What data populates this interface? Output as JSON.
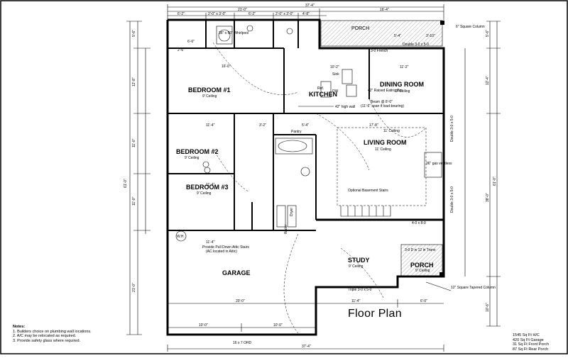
{
  "title": "Floor Plan",
  "rooms": {
    "porch_top": "PORCH",
    "dining": "DINING ROOM",
    "dining_ceiling": "9' Ceiling",
    "kitchen": "KITCHEN",
    "bedroom1": "BEDROOM #1",
    "bedroom1_ceiling": "9' Ceiling",
    "bedroom2": "BEDROOM #2",
    "bedroom2_ceiling": "9' Ceiling",
    "bedroom3": "BEDROOM #3",
    "bedroom3_ceiling": "9' Ceiling",
    "living": "LIVING ROOM",
    "living_ceiling": "11' Ceiling",
    "study": "STUDY",
    "study_ceiling": "9' Ceiling",
    "porch_bottom": "PORCH",
    "porch_bottom_ceiling": "9' Ceiling",
    "garage": "GARAGE",
    "pantry": "Pantry",
    "wh": "W.H.",
    "water": "Water",
    "dryer": "Dryer"
  },
  "annotations": {
    "square_column": "6\" Square Column",
    "double_door_top": "Double 3-0 x 5-0",
    "french": "3-0 French",
    "raised_bar": "42\" Raised Eating Bar",
    "beam": "Beam @ 8'-0\"",
    "beam_span": "(11'-6\" span if load-bearing)",
    "high_wall": "42\" high wall",
    "whirlpool": "36\" x 60\" Whirlpool",
    "sink": "Sink",
    "dw": "DW",
    "ref": "Ref.",
    "optional_stairs": "Optional Basement Stairs",
    "gas_ventless": "36\" gas ventless",
    "attic": "Provide Pull Down Attic Stairs",
    "ac": "(AC located in Attic)",
    "transom": "3-0 D w 12 in Trans",
    "door_40x80": "4-0 x 8-0",
    "tapered_column": "12\" Square Tapered Column",
    "triple": "Triple 3-0 x 5-0",
    "double_side_1": "Double 3-0 x 5-0",
    "double_side_2": "Double 3-0 x 5-0",
    "garage_door": "16 x 7 OHD",
    "ceiling_11": "11' Ceiling"
  },
  "dims": {
    "top_total": "37'-4\"",
    "top_left": "21'-0\"",
    "top_right": "16'-4\"",
    "top_a": "6'-2\"",
    "top_b": "2'-0\" x 3'-0\"",
    "top_c": "6'-2\"",
    "top_d": "2'-0\" x 3'-0\"",
    "top_e": "4'-8\"",
    "bottom_total": "37'-4\"",
    "bottom_a": "10'-0\"",
    "bottom_b": "10'-0\"",
    "garage_w": "20'-0\"",
    "study_w": "11'-4\"",
    "study_r": "6'-0\"",
    "left_total": "61'-0\"",
    "right_total": "61'-0\"",
    "right_a": "5'-6\"",
    "right_b": "12'-4\"",
    "right_c": "38'-0\"",
    "right_d": "10'-6\"",
    "left_a": "5'-6\"",
    "left_b": "12'-8\"",
    "left_c": "11'-0\"",
    "left_d": "11'-0\"",
    "left_e": "21'-0\"",
    "br1_w": "16'-0\"",
    "br2_w": "11'-4\"",
    "br3_w": "11'-4\"",
    "dining_w": "11'-2\"",
    "living_w": "17'-8\"",
    "garage_top": "11'-4\"",
    "pantry_w": "5'-4\"",
    "porch_a": "5'-4\"",
    "porch_b": "3'-10\"",
    "kitchen_w": "10'-2\"",
    "misc_1": "2'-6\"",
    "misc_2": "6'-6\"",
    "misc_3": "3'-2\""
  },
  "notes": {
    "heading": "Notes:",
    "items": [
      "1. Builders choice on plumbing wall locations.",
      "2. A/C may be relocated as required.",
      "3. Provide safety glass where required."
    ]
  },
  "areas": [
    "1545 Sq Ft H/C",
    "420 Sq Ft Garage",
    "31 Sq Ft Front Porch",
    "87 Sq Ft Rear Porch"
  ]
}
